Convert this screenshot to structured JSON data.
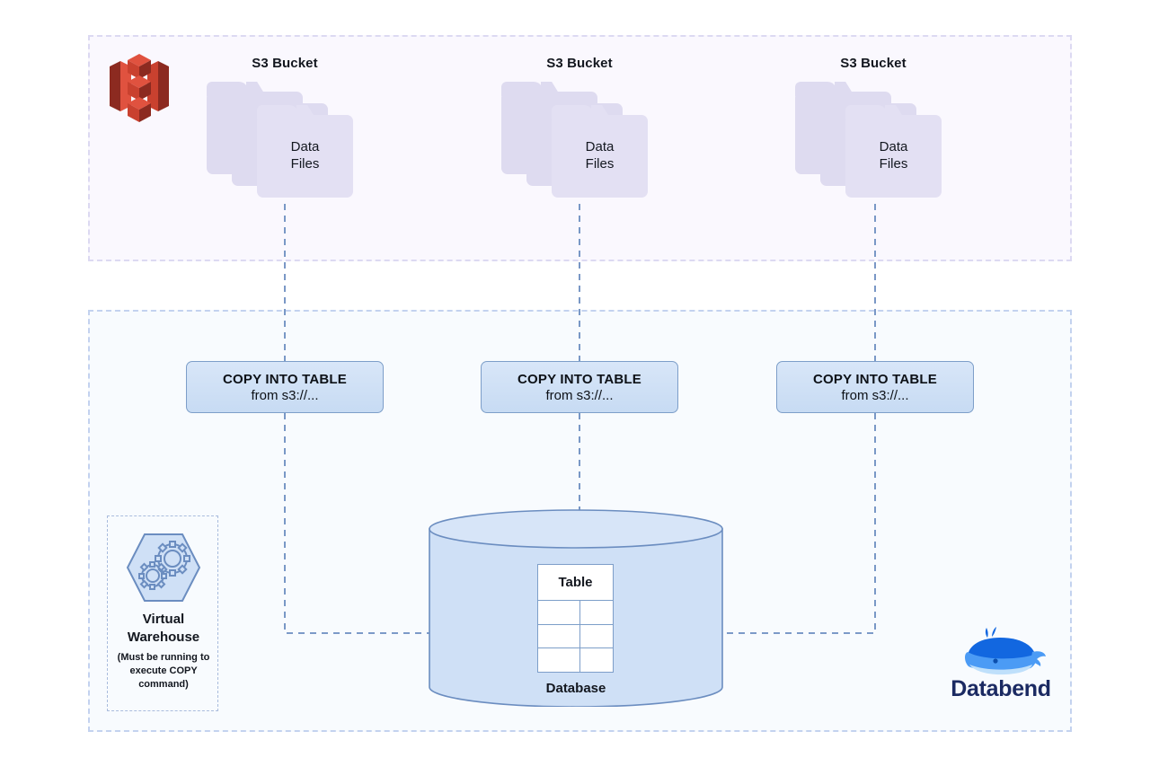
{
  "diagram": {
    "title": "Databend COPY INTO TABLE from S3 architecture",
    "colors": {
      "source_panel_fill": "#faf8fe",
      "source_panel_border": "#dcd9f2",
      "target_panel_fill": "#f8fbfe",
      "target_panel_border": "#c3d2ef",
      "folder_fill": "#dedbf0",
      "box_fill": "#cfdff5",
      "box_border": "#7d9ec9",
      "connector": "#5c7fb5",
      "s3_red": "#c9412f",
      "brand_blue": "#1b2a62",
      "whale_blue": "#1267e0"
    }
  },
  "source_panel": {
    "name": "aws-s3-source-region",
    "logo_icon": "aws-s3-icon",
    "buckets": [
      {
        "label": "S3 Bucket",
        "files_label_line1": "Data",
        "files_label_line2": "Files",
        "folder_count": 3
      },
      {
        "label": "S3 Bucket",
        "files_label_line1": "Data",
        "files_label_line2": "Files",
        "folder_count": 3
      },
      {
        "label": "S3 Bucket",
        "files_label_line1": "Data",
        "files_label_line2": "Files",
        "folder_count": 3
      }
    ]
  },
  "target_panel": {
    "name": "databend-region",
    "copy_statements": [
      {
        "title": "COPY INTO TABLE",
        "subtitle": "from s3://..."
      },
      {
        "title": "COPY INTO TABLE",
        "subtitle": "from s3://..."
      },
      {
        "title": "COPY INTO TABLE",
        "subtitle": "from s3://..."
      }
    ],
    "virtual_warehouse": {
      "icon": "gears-hexagon-icon",
      "title_line1": "Virtual",
      "title_line2": "Warehouse",
      "note_line1": "(Must be running",
      "note_line2": "to execute COPY",
      "note_line3": "command)"
    },
    "database": {
      "label": "Database",
      "table": {
        "header": "Table",
        "rows": 3,
        "columns": 2
      }
    },
    "brand": {
      "name": "Databend",
      "icon": "whale-icon"
    }
  }
}
